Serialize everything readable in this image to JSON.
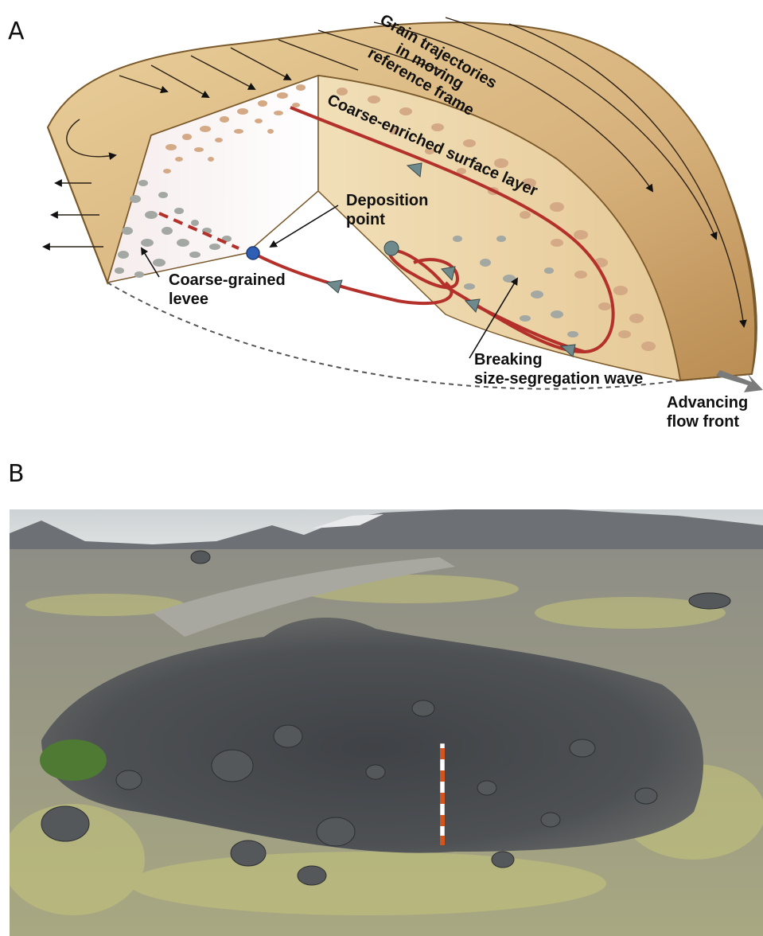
{
  "panel_a": {
    "letter": "A",
    "labels": {
      "grain_trajectories": [
        "Grain trajectories",
        "in moving",
        "reference frame"
      ],
      "surface_layer": "Coarse-enriched surface layer",
      "deposition": [
        "Deposition",
        "point"
      ],
      "levee": [
        "Coarse-grained",
        "levee"
      ],
      "wave": [
        "Breaking",
        "size-segregation wave"
      ],
      "front": [
        "Advancing",
        "flow front"
      ]
    },
    "colors": {
      "body_fill": "#d8b67c",
      "body_dark": "#b08a4e",
      "trajectory": "#b3312a",
      "grain_coarse": "#c99a70",
      "grain_gray": "#9aa09a",
      "deposition_point": "#2f5fb5",
      "levee_fill": "#e6d6d6"
    }
  },
  "panel_b": {
    "letter": "B"
  }
}
